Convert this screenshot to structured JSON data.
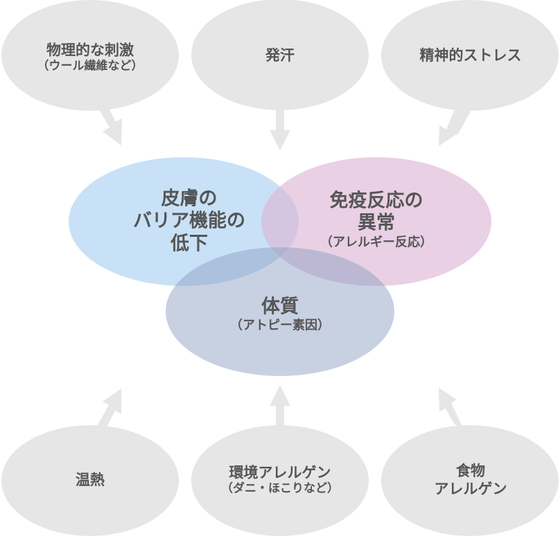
{
  "colors": {
    "factor_fill": "#e6e6e7",
    "text": "#555555",
    "barrier_fill": "#c5e0f5",
    "immune_fill": "#e8cde3",
    "constitution_fill": "#a9b7d0"
  },
  "core": {
    "barrier": {
      "lines": [
        "皮膚の",
        "バリア機能の",
        "低下"
      ]
    },
    "immune": {
      "lines": [
        "免疫反応の",
        "異常"
      ],
      "sub": "（アレルギー反応）"
    },
    "constitution": {
      "lines": [
        "体質"
      ],
      "sub": "（アトピー素因）"
    }
  },
  "factors": [
    {
      "id": "physical",
      "main": "物理的な刺激",
      "sub": "（ウール繊維など）",
      "arrow": "points to core"
    },
    {
      "id": "sweat",
      "main": "発汗",
      "sub": null,
      "arrow": "points to core"
    },
    {
      "id": "stress",
      "main": "精神的ストレス",
      "sub": null,
      "arrow": "points to core"
    },
    {
      "id": "heat",
      "main": "温熱",
      "sub": null,
      "arrow": "points to core"
    },
    {
      "id": "env-allergen",
      "main": "環境アレルゲン",
      "sub": "（ダニ・ほこりなど）",
      "arrow": "points to core"
    },
    {
      "id": "food-allergen",
      "main": "食物",
      "main2": "アレルゲン",
      "sub": null,
      "arrow": "points to core"
    }
  ]
}
